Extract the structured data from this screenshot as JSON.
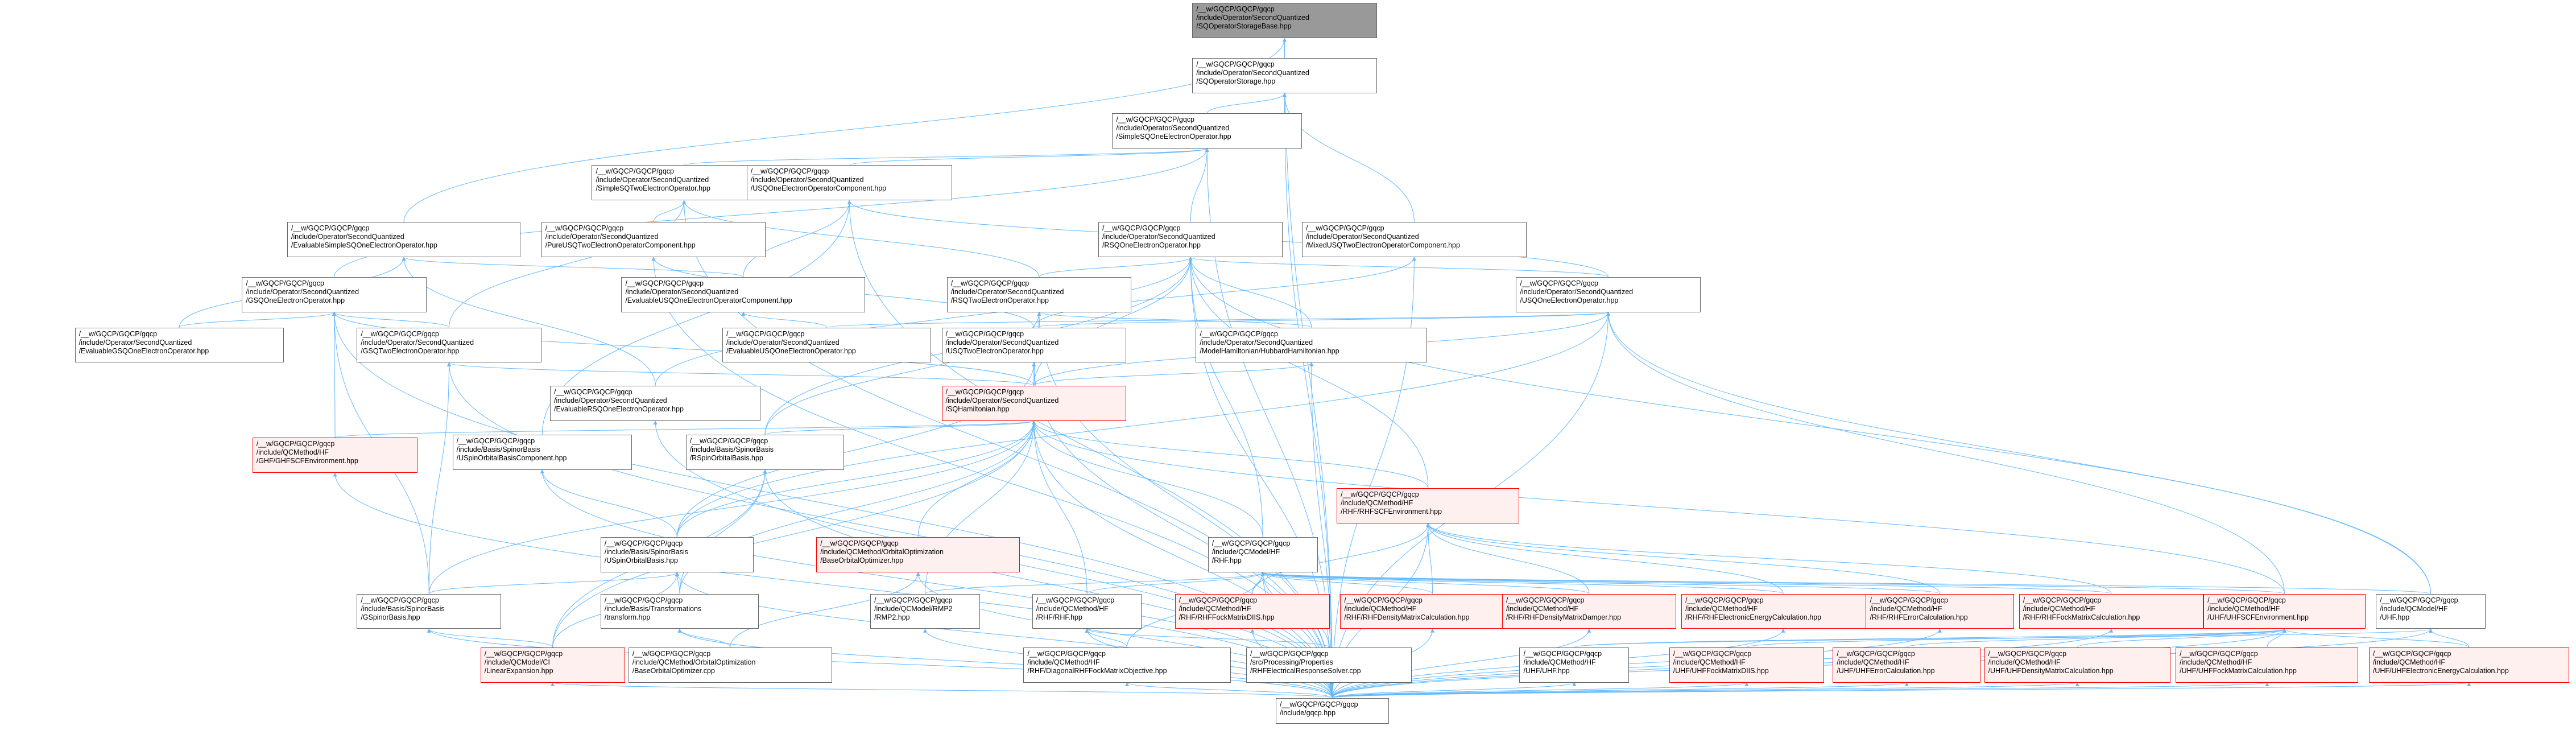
{
  "graph": {
    "nodes": [
      {
        "id": "root",
        "style": "root",
        "label": "/__w/GQCP/GQCP/gqcp\n/include/Operator/SecondQuantized\n/SQOperatorStorageBase.hpp"
      },
      {
        "id": "sqstorage",
        "style": "normal",
        "label": "/__w/GQCP/GQCP/gqcp\n/include/Operator/SecondQuantized\n/SQOperatorStorage.hpp"
      },
      {
        "id": "simplesqone",
        "style": "normal",
        "label": "/__w/GQCP/GQCP/gqcp\n/include/Operator/SecondQuantized\n/SimpleSQOneElectronOperator.hpp"
      },
      {
        "id": "simplesqtwo",
        "style": "normal",
        "label": "/__w/GQCP/GQCP/gqcp\n/include/Operator/SecondQuantized\n/SimpleSQTwoElectronOperator.hpp"
      },
      {
        "id": "usqonecomp",
        "style": "normal",
        "label": "/__w/GQCP/GQCP/gqcp\n/include/Operator/SecondQuantized\n/USQOneElectronOperatorComponent.hpp"
      },
      {
        "id": "evalsimpleone",
        "style": "normal",
        "label": "/__w/GQCP/GQCP/gqcp\n/include/Operator/SecondQuantized\n/EvaluableSimpleSQOneElectronOperator.hpp"
      },
      {
        "id": "pureusqtwo",
        "style": "normal",
        "label": "/__w/GQCP/GQCP/gqcp\n/include/Operator/SecondQuantized\n/PureUSQTwoElectronOperatorComponent.hpp"
      },
      {
        "id": "rsqone",
        "style": "normal",
        "label": "/__w/GQCP/GQCP/gqcp\n/include/Operator/SecondQuantized\n/RSQOneElectronOperator.hpp"
      },
      {
        "id": "mixedusqtwo",
        "style": "normal",
        "label": "/__w/GQCP/GQCP/gqcp\n/include/Operator/SecondQuantized\n/MixedUSQTwoElectronOperatorComponent.hpp"
      },
      {
        "id": "gsqone",
        "style": "normal",
        "label": "/__w/GQCP/GQCP/gqcp\n/include/Operator/SecondQuantized\n/GSQOneElectronOperator.hpp"
      },
      {
        "id": "evalusqonecomp",
        "style": "normal",
        "label": "/__w/GQCP/GQCP/gqcp\n/include/Operator/SecondQuantized\n/EvaluableUSQOneElectronOperatorComponent.hpp"
      },
      {
        "id": "rsqtwo",
        "style": "normal",
        "label": "/__w/GQCP/GQCP/gqcp\n/include/Operator/SecondQuantized\n/RSQTwoElectronOperator.hpp"
      },
      {
        "id": "usqone",
        "style": "normal",
        "label": "/__w/GQCP/GQCP/gqcp\n/include/Operator/SecondQuantized\n/USQOneElectronOperator.hpp"
      },
      {
        "id": "evalgsqone",
        "style": "normal",
        "label": "/__w/GQCP/GQCP/gqcp\n/include/Operator/SecondQuantized\n/EvaluableGSQOneElectronOperator.hpp"
      },
      {
        "id": "gsqtwo",
        "style": "normal",
        "label": "/__w/GQCP/GQCP/gqcp\n/include/Operator/SecondQuantized\n/GSQTwoElectronOperator.hpp"
      },
      {
        "id": "evalusqone",
        "style": "normal",
        "label": "/__w/GQCP/GQCP/gqcp\n/include/Operator/SecondQuantized\n/EvaluableUSQOneElectronOperator.hpp"
      },
      {
        "id": "usqtwo",
        "style": "normal",
        "label": "/__w/GQCP/GQCP/gqcp\n/include/Operator/SecondQuantized\n/USQTwoElectronOperator.hpp"
      },
      {
        "id": "hubbard",
        "style": "normal",
        "label": "/__w/GQCP/GQCP/gqcp\n/include/Operator/SecondQuantized\n/ModelHamiltonian/HubbardHamiltonian.hpp"
      },
      {
        "id": "evalrsqone",
        "style": "normal",
        "label": "/__w/GQCP/GQCP/gqcp\n/include/Operator/SecondQuantized\n/EvaluableRSQOneElectronOperator.hpp"
      },
      {
        "id": "sqham",
        "style": "red",
        "label": "/__w/GQCP/GQCP/gqcp\n/include/Operator/SecondQuantized\n/SQHamiltonian.hpp"
      },
      {
        "id": "ghfscfenv",
        "style": "red",
        "label": "/__w/GQCP/GQCP/gqcp\n/include/QCMethod/HF\n/GHF/GHFSCFEnvironment.hpp"
      },
      {
        "id": "uspinbasiscomp",
        "style": "normal",
        "label": "/__w/GQCP/GQCP/gqcp\n/include/Basis/SpinorBasis\n/USpinOrbitalBasisComponent.hpp"
      },
      {
        "id": "rspinbasis",
        "style": "normal",
        "label": "/__w/GQCP/GQCP/gqcp\n/include/Basis/SpinorBasis\n/RSpinOrbitalBasis.hpp"
      },
      {
        "id": "rhfscfenv",
        "style": "red",
        "label": "/__w/GQCP/GQCP/gqcp\n/include/QCMethod/HF\n/RHF/RHFSCFEnvironment.hpp"
      },
      {
        "id": "rhf",
        "style": "normal",
        "label": "/__w/GQCP/GQCP/gqcp\n/include/QCModel/HF\n/RHF.hpp"
      },
      {
        "id": "uspinbasis",
        "style": "normal",
        "label": "/__w/GQCP/GQCP/gqcp\n/include/Basis/SpinorBasis\n/USpinOrbitalBasis.hpp"
      },
      {
        "id": "baseorbopt",
        "style": "red",
        "label": "/__w/GQCP/GQCP/gqcp\n/include/QCMethod/OrbitalOptimization\n/BaseOrbitalOptimizer.hpp"
      },
      {
        "id": "gspinorbasis",
        "style": "normal",
        "label": "/__w/GQCP/GQCP/gqcp\n/include/Basis/SpinorBasis\n/GSpinorBasis.hpp"
      },
      {
        "id": "transform",
        "style": "normal",
        "label": "/__w/GQCP/GQCP/gqcp\n/include/Basis/Transformations\n/transform.hpp"
      },
      {
        "id": "rmp2",
        "style": "normal",
        "label": "/__w/GQCP/GQCP/gqcp\n/include/QCModel/RMP2\n/RMP2.hpp"
      },
      {
        "id": "rhfmethod",
        "style": "normal",
        "label": "/__w/GQCP/GQCP/gqcp\n/include/QCMethod/HF\n/RHF/RHF.hpp"
      },
      {
        "id": "rhffockdiis",
        "style": "red",
        "label": "/__w/GQCP/GQCP/gqcp\n/include/QCMethod/HF\n/RHF/RHFFockMatrixDIIS.hpp"
      },
      {
        "id": "rhfdensitycalc",
        "style": "red",
        "label": "/__w/GQCP/GQCP/gqcp\n/include/QCMethod/HF\n/RHF/RHFDensityMatrixCalculation.hpp"
      },
      {
        "id": "rhfdamper",
        "style": "red",
        "label": "/__w/GQCP/GQCP/gqcp\n/include/QCMethod/HF\n/RHF/RHFDensityMatrixDamper.hpp"
      },
      {
        "id": "rhfenergycalc",
        "style": "red",
        "label": "/__w/GQCP/GQCP/gqcp\n/include/QCMethod/HF\n/RHF/RHFElectronicEnergyCalculation.hpp"
      },
      {
        "id": "rhferrorcalc",
        "style": "red",
        "label": "/__w/GQCP/GQCP/gqcp\n/include/QCMethod/HF\n/RHF/RHFErrorCalculation.hpp"
      },
      {
        "id": "rhffockcalc",
        "style": "red",
        "label": "/__w/GQCP/GQCP/gqcp\n/include/QCMethod/HF\n/RHF/RHFFockMatrixCalculation.hpp"
      },
      {
        "id": "uhfscfenv",
        "style": "red",
        "label": "/__w/GQCP/GQCP/gqcp\n/include/QCMethod/HF\n/UHF/UHFSCFEnvironment.hpp"
      },
      {
        "id": "uhfmodel",
        "style": "normal",
        "label": "/__w/GQCP/GQCP/gqcp\n/include/QCModel/HF\n/UHF.hpp"
      },
      {
        "id": "linexp",
        "style": "red",
        "label": "/__w/GQCP/GQCP/gqcp\n/include/QCModel/CI\n/LinearExpansion.hpp"
      },
      {
        "id": "baseorboptcpp",
        "style": "normal",
        "label": "/__w/GQCP/GQCP/gqcp\n/include/QCMethod/OrbitalOptimization\n/BaseOrbitalOptimizer.cpp"
      },
      {
        "id": "diagrhf",
        "style": "normal",
        "label": "/__w/GQCP/GQCP/gqcp\n/include/QCMethod/HF\n/RHF/DiagonalRHFFockMatrixObjective.hpp"
      },
      {
        "id": "rhfelecresp",
        "style": "normal",
        "label": "/__w/GQCP/GQCP/gqcp\n/src/Processing/Properties\n/RHFElectricalResponseSolver.cpp"
      },
      {
        "id": "uhfmethod",
        "style": "normal",
        "label": "/__w/GQCP/GQCP/gqcp\n/include/QCMethod/HF\n/UHF/UHF.hpp"
      },
      {
        "id": "uhffockdiis",
        "style": "red",
        "label": "/__w/GQCP/GQCP/gqcp\n/include/QCMethod/HF\n/UHF/UHFFockMatrixDIIS.hpp"
      },
      {
        "id": "uhferrorcalc",
        "style": "red",
        "label": "/__w/GQCP/GQCP/gqcp\n/include/QCMethod/HF\n/UHF/UHFErrorCalculation.hpp"
      },
      {
        "id": "uhfdensitycalc",
        "style": "red",
        "label": "/__w/GQCP/GQCP/gqcp\n/include/QCMethod/HF\n/UHF/UHFDensityMatrixCalculation.hpp"
      },
      {
        "id": "uhffockcalc",
        "style": "red",
        "label": "/__w/GQCP/GQCP/gqcp\n/include/QCMethod/HF\n/UHF/UHFFockMatrixCalculation.hpp"
      },
      {
        "id": "uhfenergycalc",
        "style": "red",
        "label": "/__w/GQCP/GQCP/gqcp\n/include/QCMethod/HF\n/UHF/UHFElectronicEnergyCalculation.hpp"
      },
      {
        "id": "gqcp",
        "style": "normal",
        "label": "/__w/GQCP/GQCP/gqcp\n/include/gqcp.hpp"
      }
    ],
    "edges": [
      [
        "sqstorage",
        "root"
      ],
      [
        "evalsimpleone",
        "root"
      ],
      [
        "gqcp",
        "root"
      ],
      [
        "simplesqone",
        "sqstorage"
      ],
      [
        "mixedusqtwo",
        "sqstorage"
      ],
      [
        "gqcp",
        "sqstorage"
      ],
      [
        "simplesqtwo",
        "simplesqone"
      ],
      [
        "usqonecomp",
        "simplesqone"
      ],
      [
        "rsqone",
        "simplesqone"
      ],
      [
        "gsqone",
        "simplesqone"
      ],
      [
        "gqcp",
        "simplesqone"
      ],
      [
        "pureusqtwo",
        "simplesqtwo"
      ],
      [
        "rsqtwo",
        "simplesqtwo"
      ],
      [
        "gsqtwo",
        "simplesqtwo"
      ],
      [
        "gqcp",
        "simplesqtwo"
      ],
      [
        "evalusqonecomp",
        "usqonecomp"
      ],
      [
        "usqone",
        "usqonecomp"
      ],
      [
        "uspinbasiscomp",
        "usqonecomp"
      ],
      [
        "gqcp",
        "usqonecomp"
      ],
      [
        "evalgsqone",
        "evalsimpleone"
      ],
      [
        "evalrsqone",
        "evalsimpleone"
      ],
      [
        "evalusqonecomp",
        "evalsimpleone"
      ],
      [
        "usqtwo",
        "pureusqtwo"
      ],
      [
        "gqcp",
        "pureusqtwo"
      ],
      [
        "rsqtwo",
        "rsqone"
      ],
      [
        "usqone",
        "rsqone"
      ],
      [
        "hubbard",
        "rsqone"
      ],
      [
        "sqham",
        "rsqone"
      ],
      [
        "rspinbasis",
        "rsqone"
      ],
      [
        "rhf",
        "rsqone"
      ],
      [
        "uhfmodel",
        "rsqone"
      ],
      [
        "rhfscfenv",
        "rsqone"
      ],
      [
        "evalrsqone",
        "rsqone"
      ],
      [
        "gqcp",
        "rsqone"
      ],
      [
        "usqtwo",
        "mixedusqtwo"
      ],
      [
        "gqcp",
        "mixedusqtwo"
      ],
      [
        "gsqtwo",
        "gsqone"
      ],
      [
        "evalgsqone",
        "gsqone"
      ],
      [
        "sqham",
        "gsqone"
      ],
      [
        "ghfscfenv",
        "gsqone"
      ],
      [
        "gspinorbasis",
        "gsqone"
      ],
      [
        "gqcp",
        "gsqone"
      ],
      [
        "evalusqone",
        "evalusqonecomp"
      ],
      [
        "hubbard",
        "rsqtwo"
      ],
      [
        "sqham",
        "rsqtwo"
      ],
      [
        "rspinbasis",
        "rsqtwo"
      ],
      [
        "gqcp",
        "rsqtwo"
      ],
      [
        "evalusqone",
        "usqone"
      ],
      [
        "usqtwo",
        "usqone"
      ],
      [
        "sqham",
        "usqone"
      ],
      [
        "uspinbasis",
        "usqone"
      ],
      [
        "uhfscfenv",
        "usqone"
      ],
      [
        "uhfmodel",
        "usqone"
      ],
      [
        "gqcp",
        "usqone"
      ],
      [
        "sqham",
        "gsqtwo"
      ],
      [
        "gspinorbasis",
        "gsqtwo"
      ],
      [
        "gqcp",
        "gsqtwo"
      ],
      [
        "sqham",
        "usqtwo"
      ],
      [
        "uspinbasis",
        "usqtwo"
      ],
      [
        "gqcp",
        "usqtwo"
      ],
      [
        "sqham",
        "hubbard"
      ],
      [
        "gqcp",
        "hubbard"
      ],
      [
        "gqcp",
        "evalrsqone"
      ],
      [
        "ghfscfenv",
        "sqham"
      ],
      [
        "rspinbasis",
        "sqham"
      ],
      [
        "uspinbasis",
        "sqham"
      ],
      [
        "rhfscfenv",
        "sqham"
      ],
      [
        "rhf",
        "sqham"
      ],
      [
        "baseorbopt",
        "sqham"
      ],
      [
        "gspinorbasis",
        "sqham"
      ],
      [
        "transform",
        "sqham"
      ],
      [
        "rmp2",
        "sqham"
      ],
      [
        "rhfmethod",
        "sqham"
      ],
      [
        "uhfscfenv",
        "sqham"
      ],
      [
        "linexp",
        "sqham"
      ],
      [
        "gqcp",
        "sqham"
      ],
      [
        "gqcp",
        "ghfscfenv"
      ],
      [
        "uspinbasis",
        "uspinbasiscomp"
      ],
      [
        "gqcp",
        "uspinbasiscomp"
      ],
      [
        "transform",
        "rspinbasis"
      ],
      [
        "linexp",
        "rspinbasis"
      ],
      [
        "gqcp",
        "rspinbasis"
      ],
      [
        "rhffockdiis",
        "rhfscfenv"
      ],
      [
        "rhfdensitycalc",
        "rhfscfenv"
      ],
      [
        "rhfdamper",
        "rhfscfenv"
      ],
      [
        "rhfenergycalc",
        "rhfscfenv"
      ],
      [
        "rhferrorcalc",
        "rhfscfenv"
      ],
      [
        "rhffockcalc",
        "rhfscfenv"
      ],
      [
        "gqcp",
        "rhfscfenv"
      ],
      [
        "rmp2",
        "rhf"
      ],
      [
        "rhfmethod",
        "rhf"
      ],
      [
        "diagrhf",
        "rhf"
      ],
      [
        "rhfelecresp",
        "rhf"
      ],
      [
        "rhffockdiis",
        "rhf"
      ],
      [
        "rhfdensitycalc",
        "rhf"
      ],
      [
        "rhfdamper",
        "rhf"
      ],
      [
        "rhfenergycalc",
        "rhf"
      ],
      [
        "rhferrorcalc",
        "rhf"
      ],
      [
        "rhffockcalc",
        "rhf"
      ],
      [
        "uhfscfenv",
        "rhf"
      ],
      [
        "uhfmodel",
        "rhf"
      ],
      [
        "gqcp",
        "rhf"
      ],
      [
        "gspinorbasis",
        "uspinbasis"
      ],
      [
        "transform",
        "uspinbasis"
      ],
      [
        "linexp",
        "uspinbasis"
      ],
      [
        "gqcp",
        "uspinbasis"
      ],
      [
        "baseorboptcpp",
        "baseorbopt"
      ],
      [
        "gqcp",
        "baseorbopt"
      ],
      [
        "linexp",
        "gspinorbasis"
      ],
      [
        "gqcp",
        "gspinorbasis"
      ],
      [
        "baseorboptcpp",
        "transform"
      ],
      [
        "gqcp",
        "transform"
      ],
      [
        "gqcp",
        "rmp2"
      ],
      [
        "diagrhf",
        "rhfmethod"
      ],
      [
        "rhfelecresp",
        "rhfmethod"
      ],
      [
        "gqcp",
        "rhfmethod"
      ],
      [
        "gqcp",
        "rhffockdiis"
      ],
      [
        "gqcp",
        "rhfdensitycalc"
      ],
      [
        "gqcp",
        "rhfdamper"
      ],
      [
        "gqcp",
        "rhfenergycalc"
      ],
      [
        "gqcp",
        "rhferrorcalc"
      ],
      [
        "gqcp",
        "rhffockcalc"
      ],
      [
        "uhfmethod",
        "uhfscfenv"
      ],
      [
        "uhffockdiis",
        "uhfscfenv"
      ],
      [
        "uhferrorcalc",
        "uhfscfenv"
      ],
      [
        "uhfdensitycalc",
        "uhfscfenv"
      ],
      [
        "uhffockcalc",
        "uhfscfenv"
      ],
      [
        "uhfenergycalc",
        "uhfscfenv"
      ],
      [
        "gqcp",
        "uhfscfenv"
      ],
      [
        "uhfmethod",
        "uhfmodel"
      ],
      [
        "uhfenergycalc",
        "uhfmodel"
      ],
      [
        "gqcp",
        "uhfmodel"
      ],
      [
        "gqcp",
        "linexp"
      ],
      [
        "gqcp",
        "diagrhf"
      ],
      [
        "gqcp",
        "uhfmethod"
      ],
      [
        "gqcp",
        "uhffockdiis"
      ],
      [
        "gqcp",
        "uhferrorcalc"
      ],
      [
        "gqcp",
        "uhfdensitycalc"
      ],
      [
        "gqcp",
        "uhffockcalc"
      ],
      [
        "gqcp",
        "uhfenergycalc"
      ]
    ]
  }
}
